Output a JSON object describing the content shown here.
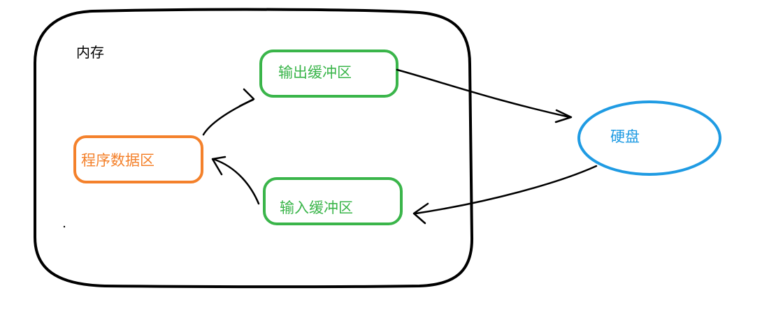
{
  "diagram": {
    "memory": {
      "label": "内存",
      "border_color": "#000000"
    },
    "program_data": {
      "label": "程序数据区",
      "color": "#f4812b"
    },
    "output_buffer": {
      "label": "输出缓冲区",
      "color": "#3ab54a"
    },
    "input_buffer": {
      "label": "输入缓冲区",
      "color": "#3ab54a"
    },
    "disk": {
      "label": "硬盘",
      "color": "#1f9be3"
    },
    "arrow_color": "#000000"
  }
}
